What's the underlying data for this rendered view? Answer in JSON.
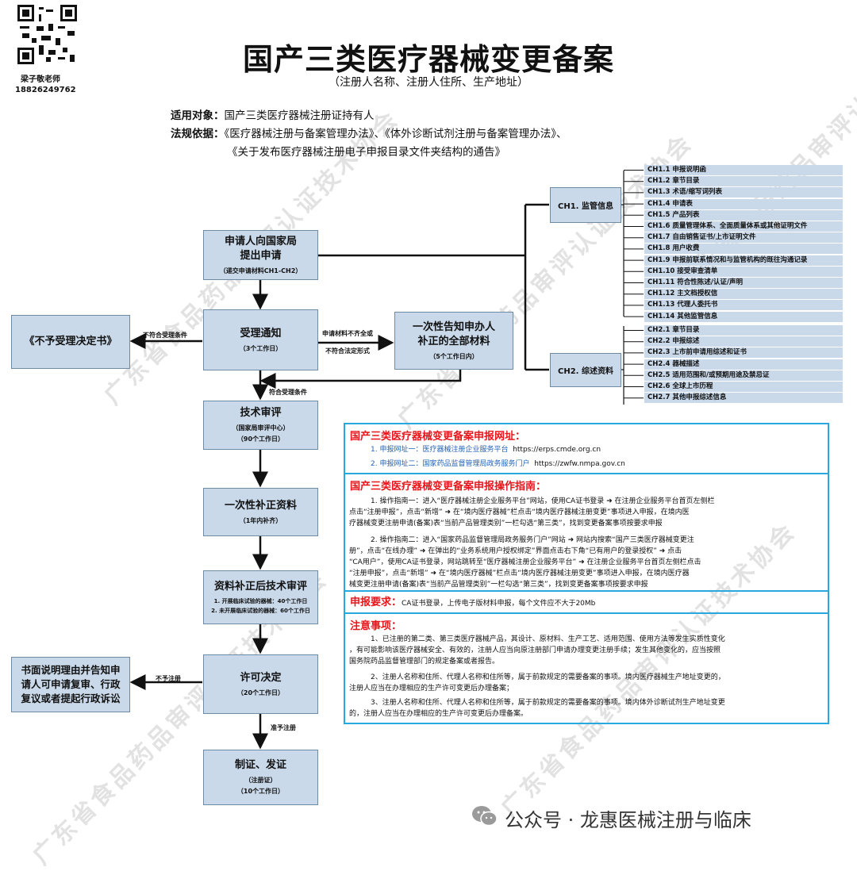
{
  "header": {
    "title": "国产三类医疗器械变更备案",
    "subtitle": "（注册人名称、注册人住所、生产地址）",
    "teacher_name": "梁子敬老师",
    "teacher_phone": "18826249762",
    "applicable_label": "适用对象：",
    "applicable_value": "国产三类医疗器械注册证持有人",
    "basis_label": "法规依据：",
    "basis_line1": "《医疗器械注册与备案管理办法》、《体外诊断试剂注册与备案管理办法》、",
    "basis_line2": "《关于发布医疗器械注册电子申报目录文件夹结构的通告》"
  },
  "flow": {
    "apply_title": "申请人向国家局\n提出申请",
    "apply_sub": "（递交申请材料CH1-CH2）",
    "accept_title": "受理通知",
    "accept_sub": "（3个工作日）",
    "reject_title": "《不予受理决定书》",
    "reject_label": "不符合受理条件",
    "supplement_title": "一次性告知申办人\n补正的全部材料",
    "supplement_sub": "（5个工作日内）",
    "incomplete_label1": "申请材料不齐全或",
    "incomplete_label2": "不符合法定形式",
    "meet_label": "符合受理条件",
    "review_title": "技术审评",
    "review_sub1": "（国家局审评中心）",
    "review_sub2": "（90个工作日）",
    "once_title": "一次性补正资料",
    "once_sub": "（1年内补齐）",
    "after_title": "资料补正后技术审评",
    "after_sub1": "1. 开展临床试验的器械：40个工作日",
    "after_sub2": "2. 未开展临床试验的器械：60个工作日",
    "permit_title": "许可决定",
    "permit_sub": "（20个工作日）",
    "written_title": "书面说明理由并告知申\n请人可申请复审、行政\n复议或者提起行政诉讼",
    "deny_label": "不予注册",
    "grant_label": "准予注册",
    "cert_title": "制证、发证",
    "cert_sub1": "（注册证）",
    "cert_sub2": "（10个工作日）"
  },
  "ch1": {
    "label": "CH1. 监管信息",
    "items": [
      "CH1.1  申报说明函",
      "CH1.2  章节目录",
      "CH1.3  术语/缩写词列表",
      "CH1.4  申请表",
      "CH1.5  产品列表",
      "CH1.6  质量管理体系、全面质量体系或其他证明文件",
      "CH1.7  自由销售证书/上市证明文件",
      "CH1.8  用户收费",
      "CH1.9  申报前联系情况和与监管机构的既往沟通记录",
      "CH1.10  接受审查清单",
      "CH1.11  符合性陈述/认证/声明",
      "CH1.12  主文档授权信",
      "CH1.13  代理人委托书",
      "CH1.14  其他监管信息"
    ]
  },
  "ch2": {
    "label": "CH2. 综述资料",
    "items": [
      "CH2.1  章节目录",
      "CH2.2  申报综述",
      "CH2.3  上市前申请用综述和证书",
      "CH2.4  器械描述",
      "CH2.5  适用范围和/或预期用途及禁忌证",
      "CH2.6  全球上市历程",
      "CH2.7  其他申报综述信息"
    ]
  },
  "info": {
    "url_heading": "国产三类医疗器械变更备案申报网址：",
    "url1_label": "1. 申报网址一：医疗器械注册企业服务平台",
    "url1": "https://erps.cmde.org.cn",
    "url2_label": "2. 申报网址二：国家药品监督管理局政务服务门户",
    "url2": "https://zwfw.nmpa.gov.cn",
    "guide_heading": "国产三类医疗器械变更备案申报操作指南：",
    "guide1_l1": "1. 操作指南一：进入“医疗器械注册企业服务平台”网站，使用CA证书登录 ➜ 在注册企业服务平台首页左侧栏",
    "guide1_l2": "点击“注册申报”，点击“新增”  ➜ 在“境内医疗器械”栏点击“境内医疗器械注册变更”事项进入申报，在境内医",
    "guide1_l3": "疗器械变更注册申请(备案)表“当前产品管理类别”一栏勾选“第三类”，找到变更备案事项按要求申报",
    "guide2_l1": "2. 操作指南二：进入“国家药品监督管理局政务服务门户”网站 ➜ 网站内搜索“国产三类医疗器械变更注",
    "guide2_l2": "册”，点击“在线办理” ➜ 在弹出的“业务系统用户授权绑定”界面点击右下角“已有用户的登录授权”  ➜ 点击",
    "guide2_l3": "“CA用户”，使用CA证书登录，网站跳转至“医疗器械注册企业服务平台” ➜ 在注册企业服务平台首页左侧栏点击",
    "guide2_l4": "“注册申报”，点击“新增”  ➜ 在“境内医疗器械”栏点击“境内医疗器械注册变更”事项进入申报，在境内医疗器",
    "guide2_l5": "械变更注册申请(备案)表“当前产品管理类别”一栏勾选“第三类”，找到变更备案事项按要求申报",
    "req_heading": "申报要求：",
    "req_text": "CA证书登录，上传电子版材料申报，每个文件应不大于20Mb",
    "note_heading": "注意事项：",
    "note1_l1": "1、已注册的第二类、第三类医疗器械产品，其设计、原材料、生产工艺、适用范围、使用方法等发生实质性变化",
    "note1_l2": "，有可能影响该医疗器械安全、有效的，注册人应当向原注册部门申请办理变更注册手续；发生其他变化的，应当按照",
    "note1_l3": "国务院药品监督管理部门的规定备案或者报告。",
    "note2_l1": "2、注册人名称和住所、代理人名称和住所等，属于前款规定的需要备案的事项。境内医疗器械生产地址变更的，",
    "note2_l2": "注册人应当在办理相应的生产许可变更后办理备案；",
    "note3_l1": "3、注册人名称和住所、代理人名称和住所等，属于前款规定的需要备案的事项。境内体外诊断试剂生产地址变更",
    "note3_l2": "的，注册人应当在办理相应的生产许可变更后办理备案。"
  },
  "footer": {
    "account": "公众号 · 龙惠医械注册与临床"
  },
  "watermark": "广东省食品药品审评认证技术协会",
  "colors": {
    "box_fill": "#c9d9ea",
    "heading_red": "#e8151b",
    "border_blue": "#29a8e0",
    "link_blue": "#2363b8"
  },
  "icons": [
    "qr-code-icon",
    "wechat-icon"
  ]
}
